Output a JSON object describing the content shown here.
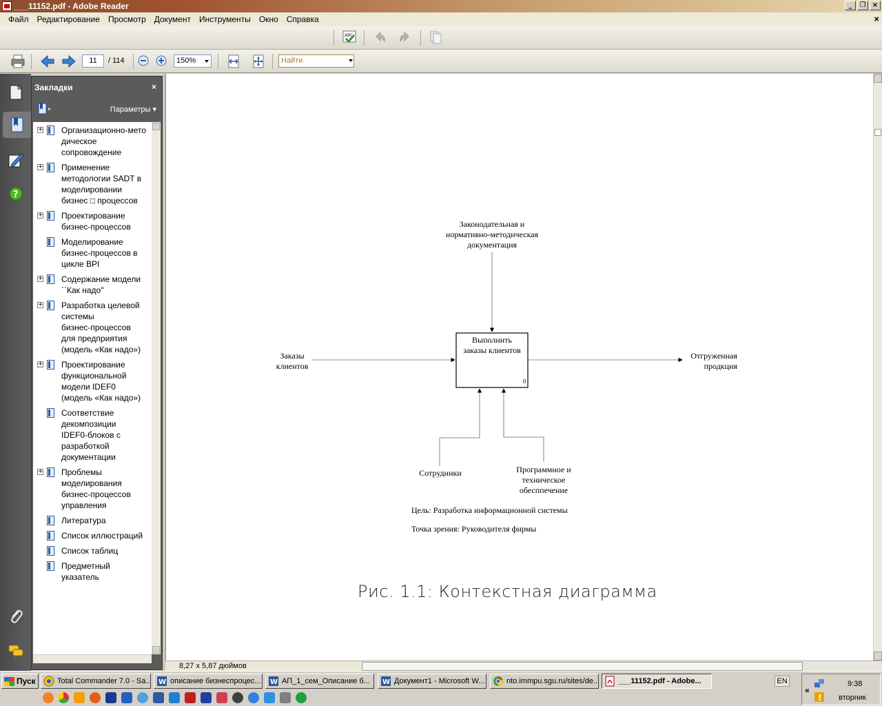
{
  "window": {
    "title": "___11152.pdf - Adobe Reader",
    "btn_min": "_",
    "btn_max": "❐",
    "btn_close": "×"
  },
  "menu": {
    "items": [
      "Файл",
      "Редактирование",
      "Просмотр",
      "Документ",
      "Инструменты",
      "Окно",
      "Справка"
    ],
    "close": "×"
  },
  "toolbar": {
    "page_current": "11",
    "page_total": "/ 114",
    "zoom": "150%",
    "find_placeholder": "Найти"
  },
  "bookmarks": {
    "title": "Закладки",
    "close": "×",
    "params": "Параметры ▾",
    "items": [
      {
        "label": "Организационно-мето\nдическое\nсопровождение",
        "expandable": true
      },
      {
        "label": "Применение\nметодологии SADT в\nмоделировании\nбизнес □ процессов",
        "expandable": true
      },
      {
        "label": "Проектирование\nбизнес-процессов",
        "expandable": true
      },
      {
        "label": "Моделирование\nбизнес-процессов в\nцикле BPI",
        "expandable": false
      },
      {
        "label": "Содержание модели\n``Как надо\"",
        "expandable": true
      },
      {
        "label": "Разработка целевой\nсистемы\nбизнес-процессов\nдля предприятия\n(модель «Как надо»)",
        "expandable": true
      },
      {
        "label": "Проектирование\nфункциональной\nмодели IDEF0\n(модель «Как надо»)",
        "expandable": true
      },
      {
        "label": "Соответствие\nдекомпозиции\nIDEF0-блоков с\nразработкой\nдокументации",
        "expandable": false
      },
      {
        "label": "Проблемы\nмоделирования\nбизнес-процессов\nуправления",
        "expandable": true
      },
      {
        "label": "Литература",
        "expandable": false
      },
      {
        "label": "Список иллюстраций",
        "expandable": false
      },
      {
        "label": "Список таблиц",
        "expandable": false
      },
      {
        "label": "Предметный\nуказатель",
        "expandable": false
      }
    ]
  },
  "diagram": {
    "control": "Законодательная и\nнормативно-методическая\nдокументация",
    "function": "Выполнить\nзаказы клиентов",
    "node_number": "0",
    "input": "Заказы\nклиентов",
    "output": "Отгруженная\nпродкция",
    "mechanism1": "Сотрудники",
    "mechanism2": "Программное и\nтехническое\nобесппечение",
    "purpose": "Цель: Разработка информационной системы",
    "viewpoint": "Точка зрения: Руководителя фирмы",
    "caption": "Рис. 1.1: Контекстная диаграмма"
  },
  "status": {
    "page_size": "8,27 x 5,87 дюймов"
  },
  "taskbar": {
    "start": "Пуск",
    "tasks": [
      "Total Commander 7.0 - Sa...",
      "описание бизнеспроцес...",
      "АП_1_сем_Описание б...",
      "Документ1 - Microsoft W...",
      "nto.immpu.sgu.ru/sites/de...",
      "___11152.pdf - Adobe..."
    ],
    "lang": "EN",
    "time": "9:38",
    "day": "вторник",
    "tray_chevron": "«"
  },
  "colors": {
    "accent_title": "#a0522d",
    "panel_dark": "#5b5b5b"
  }
}
